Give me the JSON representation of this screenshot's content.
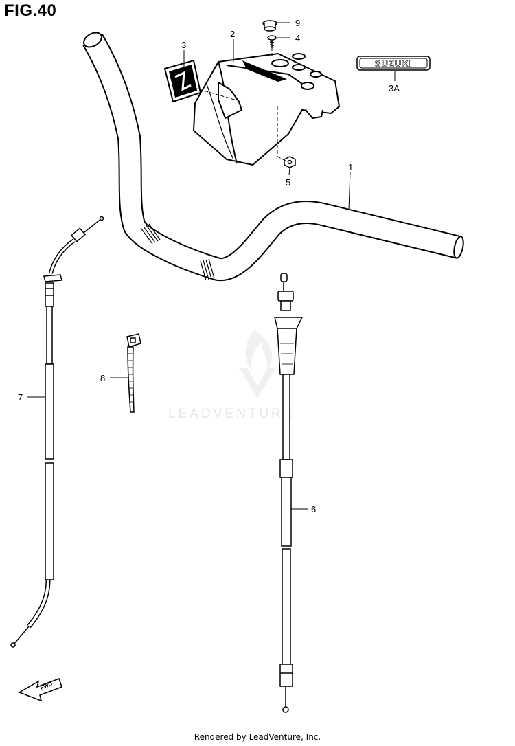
{
  "figure": {
    "title": "FIG.40",
    "footer": "Rendered by LeadVenture, Inc.",
    "watermark": "LEADVENTURE"
  },
  "callouts": [
    {
      "id": "1",
      "label": "1"
    },
    {
      "id": "2",
      "label": "2"
    },
    {
      "id": "3",
      "label": "3"
    },
    {
      "id": "3A",
      "label": "3A"
    },
    {
      "id": "4",
      "label": "4"
    },
    {
      "id": "5",
      "label": "5"
    },
    {
      "id": "6",
      "label": "6"
    },
    {
      "id": "7",
      "label": "7"
    },
    {
      "id": "8",
      "label": "8"
    },
    {
      "id": "9",
      "label": "9"
    }
  ],
  "emblem": {
    "text": "SUZUKI"
  },
  "direction_marker": {
    "text": "FWD"
  }
}
